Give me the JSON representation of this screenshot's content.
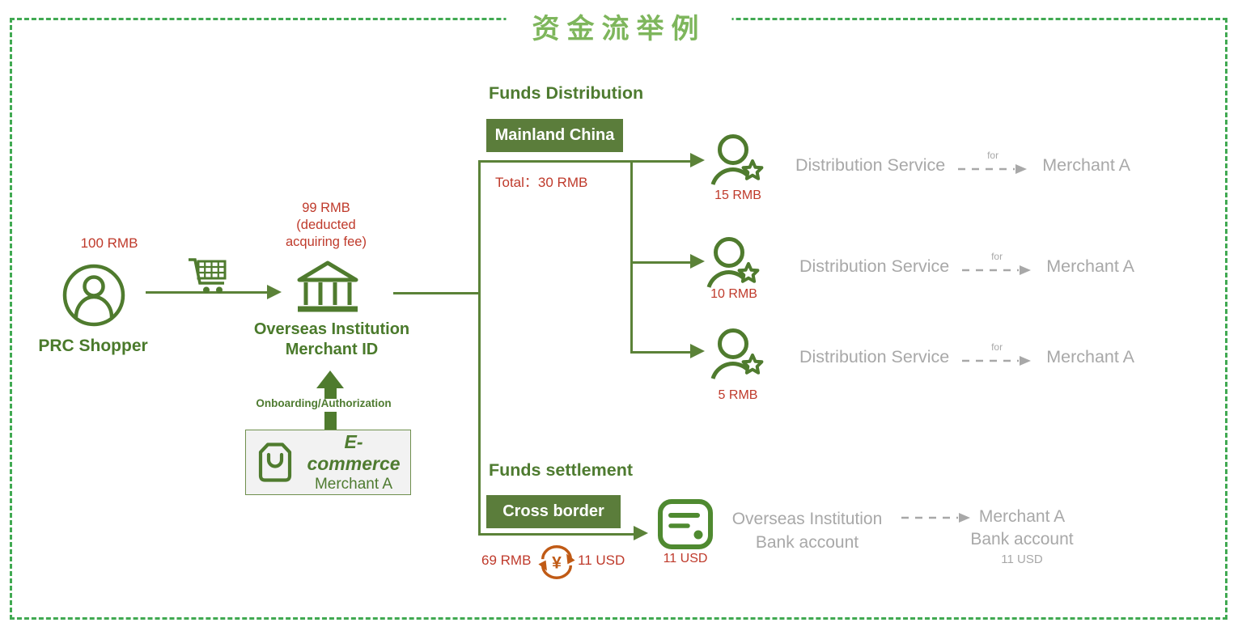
{
  "title": "资金流举例",
  "colors": {
    "primary_green": "#4f7b2e",
    "title_green": "#7eb65c",
    "border_green": "#41a952",
    "badge_green": "#5b7d3b",
    "line_green": "#5b8238",
    "red": "#bf3a2b",
    "gray": "#a8a8a8",
    "orange": "#c05a15",
    "box_bg": "#f2f2f2"
  },
  "icons": {
    "shopper": "person-circle-icon",
    "purchase": "shopping-cart-icon",
    "institution": "bank-icon",
    "onboarding_arrow": "up-block-arrow-icon",
    "ecommerce": "shopping-bag-icon",
    "distribution_target": "person-star-icon",
    "exchange": "currency-exchange-icon",
    "settlement_card": "bank-card-icon"
  },
  "shopper": {
    "amount": "100 RMB",
    "label": "PRC Shopper"
  },
  "institution": {
    "fee_lines": [
      "99 RMB",
      "(deducted",
      "acquiring fee)"
    ],
    "name_lines": [
      "Overseas Institution",
      "Merchant ID"
    ]
  },
  "onboarding": {
    "label": "Onboarding/Authorization"
  },
  "ecommerce": {
    "name": "E-commerce",
    "merchant": "Merchant A"
  },
  "distribution": {
    "heading": "Funds Distribution",
    "badge": "Mainland China",
    "total": "Total：30 RMB",
    "rows": [
      {
        "amount": "15 RMB",
        "service": "Distribution Service",
        "relation": "for",
        "merchant": "Merchant A"
      },
      {
        "amount": "10 RMB",
        "service": "Distribution Service",
        "relation": "for",
        "merchant": "Merchant A"
      },
      {
        "amount": "5 RMB",
        "service": "Distribution Service",
        "relation": "for",
        "merchant": "Merchant A"
      }
    ]
  },
  "settlement": {
    "heading": "Funds settlement",
    "badge": "Cross border",
    "amount_rmb": "69 RMB",
    "exchange_symbol": "¥",
    "amount_usd": "11 USD",
    "card_amount": "11 USD",
    "from_account_lines": [
      "Overseas Institution",
      "Bank account"
    ],
    "to_account_lines": [
      "Merchant A",
      "Bank account"
    ],
    "to_amount": "11 USD"
  }
}
